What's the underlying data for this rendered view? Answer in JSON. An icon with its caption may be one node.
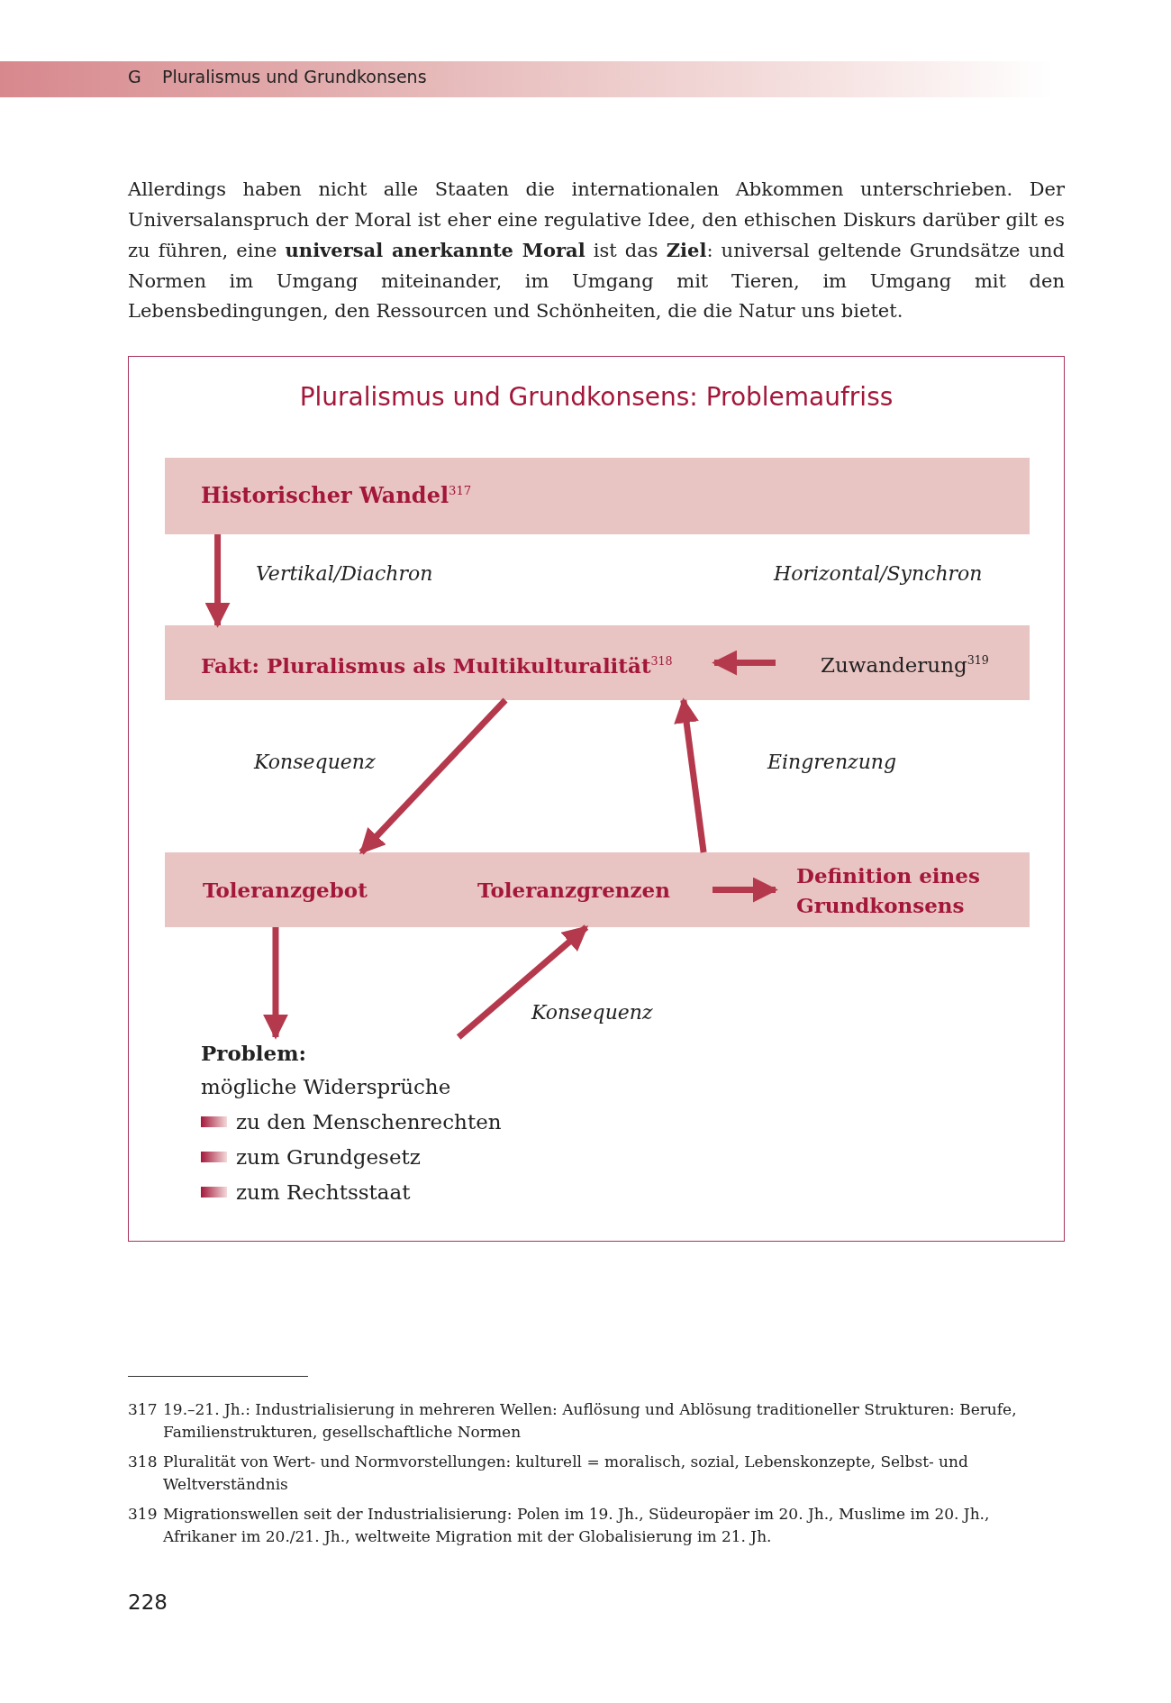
{
  "diagram": {
    "title": "Pluralismus und Grundkonsens: Problemaufriss",
    "nodes": [
      {
        "text": [],
        "shape": "box"
      },
      {
        "text": [
          "Historischer Wandel$^{317}$"
        ],
        "in": 0
      },
      {
        "text": [],
        "shape": "bar",
        "in": 0
      },
      {
        "text": [
          "Fakt: Pluralismus als Multikulturalität$^{318}$"
        ],
        "in": 2
      },
      {
        "text": [
          "Zuwanderung$^{319}$"
        ],
        "in": 2
      },
      {
        "text": [],
        "shape": "bar",
        "in": 0
      },
      {
        "text": [
          "Toleranzgebot"
        ],
        "in": 5
      },
      {
        "text": [
          "Toleranzgrenzen"
        ],
        "in": 5
      },
      {
        "text": [
          "Definition eines Grundkonsens"
        ],
        "in": 5
      },
      {
        "text": [
          "Problem:",
          "mögliche Widersprüche",
          "zu den Menschenrechten",
          "zum Grundgesetz",
          "zum Rechtsstaat"
        ],
        "in": 0
      }
    ],
    "edges": [
      {
        "from": 1,
        "to": 2,
        "arrow": "to",
        "label": "Vertikal/Diachron"
      },
      {
        "from": 4,
        "to": 3,
        "arrow": "to"
      },
      {
        "from": 3,
        "to": 6,
        "arrow": "to",
        "label": "Konsequenz"
      },
      {
        "from": 7,
        "to": 3,
        "arrow": "to",
        "label": "Eingrenzung"
      },
      {
        "from": 7,
        "to": 8,
        "arrow": "to"
      },
      {
        "from": 6,
        "to": 9,
        "arrow": "to"
      },
      {
        "from": 9,
        "to": 7,
        "arrow": "to",
        "label": "Konsequenz"
      }
    ],
    "labels": [
      "G",
      "Pluralismus und Grundkonsens",
      "Allerdings haben nicht alle Staaten die internationalen Abkommen unterschrieben. Der Universalanspruch der Moral ist eher eine regulative Idee, den ethischen Diskurs darüber gilt es zu führen, eine **universal anerkannte Moral** ist das **Ziel**: universal geltende Grundsätze und Normen im Umgang miteinander, im Umgang mit Tieren, im Umgang mit den Lebensbedingungen, den Ressourcen und Schönheiten, die die Natur uns bietet.",
      "Horizontal/Synchron",
      "317",
      "19.–21. Jh.: Industrialisierung in mehreren Wellen: Auflösung und Ablösung traditioneller Strukturen: Berufe, Familienstrukturen, gesellschaftliche Normen",
      "318",
      "Pluralität von Wert- und Normvorstellungen: kulturell = moralisch, sozial, Lebenskonzepte, Selbst- und Weltverständnis",
      "319",
      "Migrationswellen seit der Industrialisierung: Polen im 19. Jh., Südeuropäer im 20. Jh., Muslime im 20. Jh., Afrikaner im 20./21. Jh., weltweite Migration mit der Globalisierung im 21. Jh.",
      "228"
    ]
  }
}
